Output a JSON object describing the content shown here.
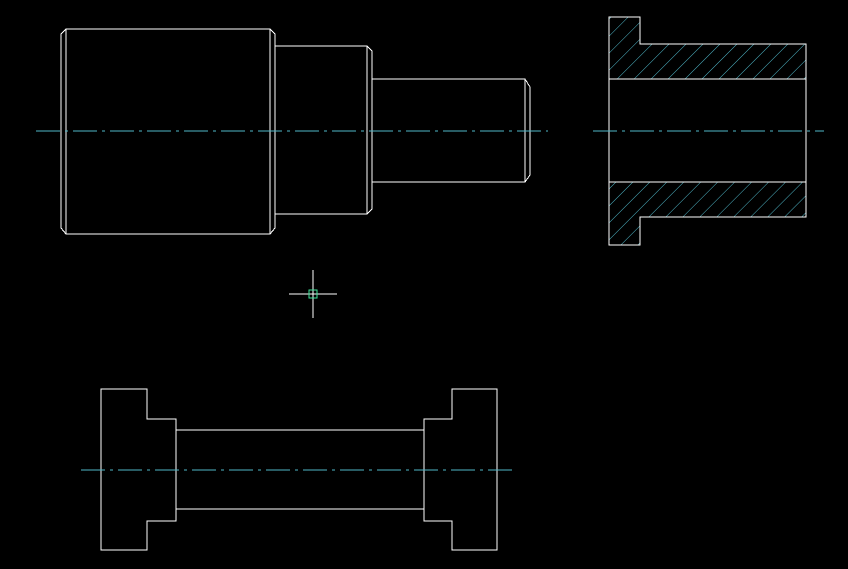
{
  "canvas": {
    "background_color": "#000000",
    "outline_color": "#ffffff",
    "centerline_color": "#4fb7c9",
    "hatch_color": "#4fb7c9",
    "cursor_color": "#ffffff",
    "cursor_pickbox_color": "#3fe39a"
  },
  "drawing": {
    "objects": [
      {
        "name": "stepped-shaft-elevation",
        "icon": "shaft-outline"
      },
      {
        "name": "flanged-bushing-section",
        "icon": "hatched-section"
      },
      {
        "name": "spool-profile",
        "icon": "spool-outline"
      }
    ]
  },
  "cursor": {
    "icon": "crosshair-cursor-icon",
    "pickbox_icon": "pickbox-square-icon"
  }
}
